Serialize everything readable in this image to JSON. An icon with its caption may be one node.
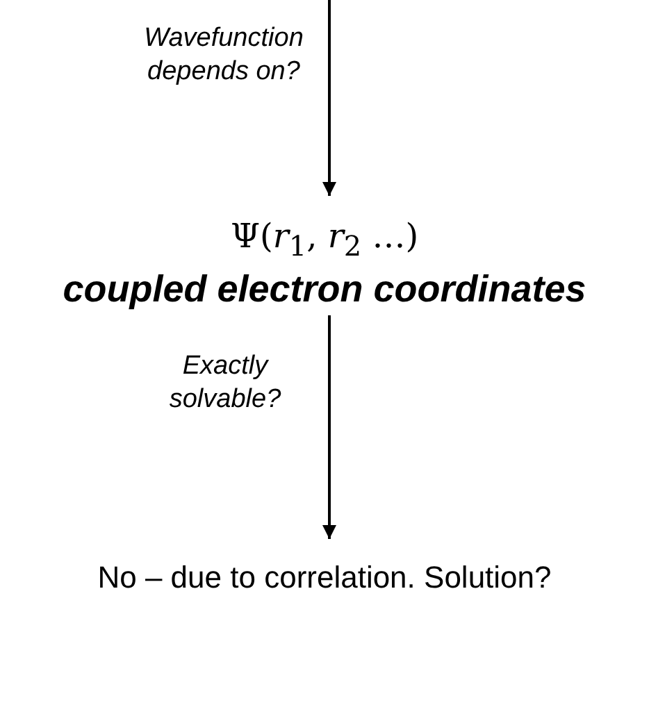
{
  "diagram": {
    "nodes": [
      {
        "text": [
          "Ψ(*r*$_{1}$, *r*$_{2}$ …)",
          "coupled electron coordinates"
        ]
      },
      {
        "text": [
          "No – due to correlation. Solution?"
        ]
      }
    ],
    "edges": [
      {
        "from": null,
        "to": 0,
        "arrow": "to",
        "label": "Wavefunction depends on?"
      },
      {
        "from": 0,
        "to": 1,
        "arrow": "to",
        "label": "Exactly solvable?"
      }
    ]
  }
}
